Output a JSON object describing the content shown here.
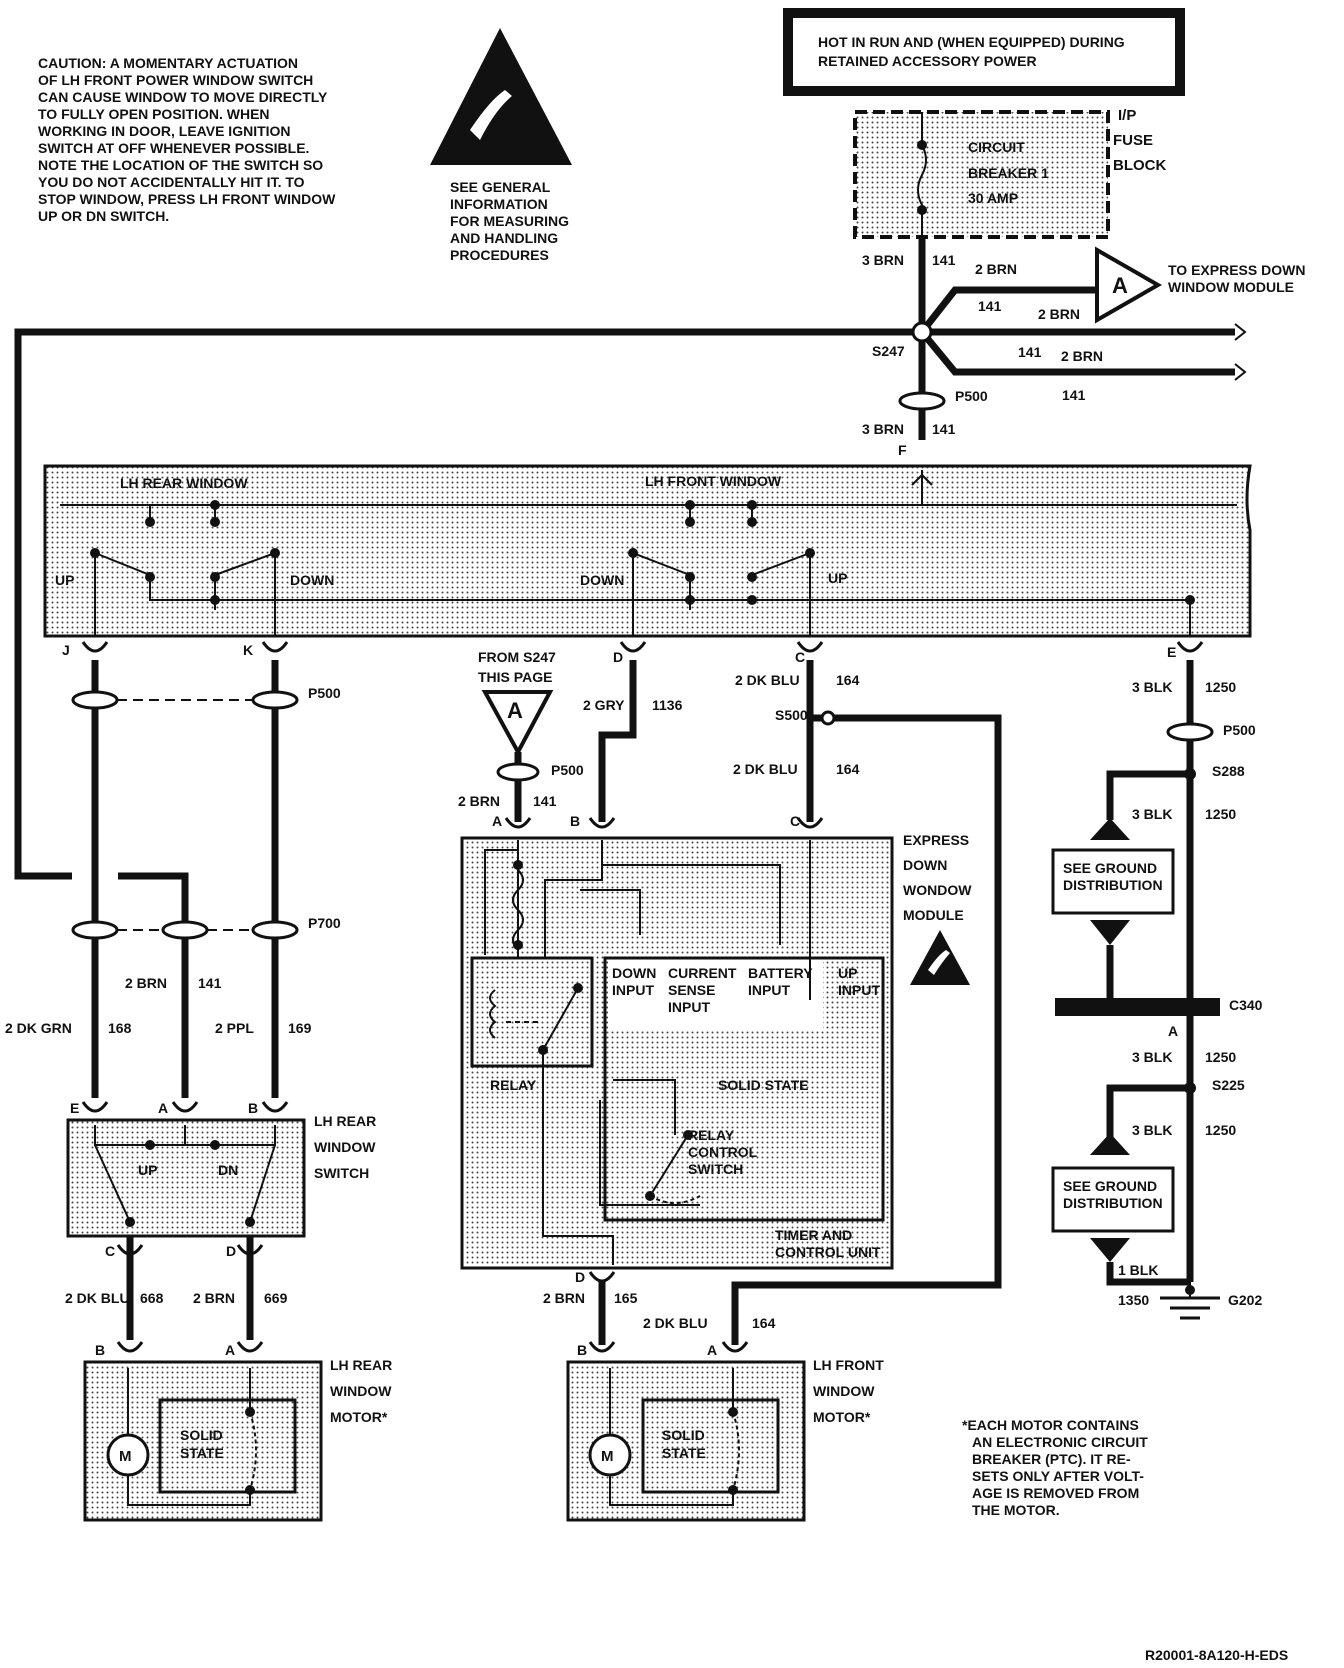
{
  "caution": [
    "CAUTION: A MOMENTARY ACTUATION",
    "OF LH FRONT POWER WINDOW SWITCH",
    "CAN CAUSE WINDOW TO MOVE DIRECTLY",
    "TO FULLY OPEN POSITION. WHEN",
    "WORKING IN DOOR, LEAVE IGNITION",
    "SWITCH AT OFF WHENEVER POSSIBLE.",
    "NOTE THE LOCATION OF THE SWITCH SO",
    "YOU DO NOT ACCIDENTALLY HIT IT. TO",
    "STOP WINDOW, PRESS LH FRONT WINDOW",
    "UP OR DN SWITCH."
  ],
  "esd_note": [
    "SEE GENERAL",
    "INFORMATION",
    "FOR MEASURING",
    "AND HANDLING",
    "PROCEDURES"
  ],
  "hot_box": [
    "HOT IN RUN AND (WHEN EQUIPPED) DURING",
    "RETAINED ACCESSORY POWER"
  ],
  "fuse": {
    "block_label": [
      "I/P",
      "FUSE",
      "BLOCK"
    ],
    "name": [
      "CIRCUIT",
      "BREAKER 1",
      "30 AMP"
    ]
  },
  "wires": {
    "top_gauge": "3 BRN",
    "top_circuit": "141",
    "br1_gauge": "2 BRN",
    "br1_circuit": "141",
    "br2_gauge": "2 BRN",
    "br2_circuit": "141",
    "br3_gauge": "2 BRN",
    "br3_circuit": "141",
    "after_p500_gauge": "3 BRN",
    "after_p500_circuit": "141",
    "d_gauge": "2 GRY",
    "d_circuit": "1136",
    "c_gauge": "2 DK BLU",
    "c_circuit": "164",
    "c2_gauge": "2 DK BLU",
    "c2_circuit": "164",
    "e_gauge": "3 BLK",
    "e_circuit": "1250",
    "s288_gauge": "3 BLK",
    "s288_circuit": "1250",
    "c340_gauge": "3 BLK",
    "c340_circuit": "1250",
    "s225_gauge": "3 BLK",
    "s225_circuit": "1250",
    "g202_gauge": "1 BLK",
    "g202_circuit": "1350",
    "a_gauge": "2 BRN",
    "a_circuit": "141",
    "rear_brn_gauge": "2 BRN",
    "rear_brn_circuit": "141",
    "rear_grn_gauge": "2 DK GRN",
    "rear_grn_circuit": "168",
    "rear_ppl_gauge": "2 PPL",
    "rear_ppl_circuit": "169",
    "rear_c_gauge": "2 DK BLU",
    "rear_c_circuit": "668",
    "rear_d_gauge": "2 BRN",
    "rear_d_circuit": "669",
    "mod_d_gauge": "2 BRN",
    "mod_d_circuit": "165",
    "front_a_gauge": "2 DK BLU",
    "front_a_circuit": "164"
  },
  "express_dest": [
    "TO EXPRESS DOWN",
    "WINDOW MODULE"
  ],
  "splices": {
    "s247": "S247",
    "s500": "S500",
    "s288": "S288",
    "s225": "S225"
  },
  "connectors": {
    "p500": "P500",
    "p700": "P700",
    "c340": "C340",
    "g202": "G202"
  },
  "pins": {
    "F": "F",
    "J": "J",
    "K": "K",
    "D": "D",
    "C": "C",
    "E": "E",
    "A": "A",
    "B": "B"
  },
  "master_switch": {
    "rear": "LH REAR WINDOW",
    "front": "LH FRONT WINDOW",
    "up": "UP",
    "down": "DOWN"
  },
  "from_s247": [
    "FROM S247",
    "THIS PAGE"
  ],
  "connector_ref": "A",
  "module": {
    "name": [
      "EXPRESS",
      "DOWN",
      "WONDOW",
      "MODULE"
    ],
    "down_input": [
      "DOWN",
      "INPUT"
    ],
    "current_sense": [
      "CURRENT",
      "SENSE",
      "INPUT"
    ],
    "battery_input": [
      "BATTERY",
      "INPUT"
    ],
    "up_input": [
      "UP",
      "INPUT"
    ],
    "relay": "RELAY",
    "solid_state": "SOLID STATE",
    "relay_control": [
      "RELAY",
      "CONTROL",
      "SWITCH"
    ],
    "timer": [
      "TIMER AND",
      "CONTROL UNIT"
    ]
  },
  "ground_dist": [
    "SEE GROUND",
    "DISTRIBUTION"
  ],
  "rear_switch": {
    "name": [
      "LH REAR",
      "WINDOW",
      "SWITCH"
    ],
    "up": "UP",
    "dn": "DN"
  },
  "rear_motor": {
    "name": [
      "LH REAR",
      "WINDOW",
      "MOTOR*"
    ],
    "m": "M",
    "solid": [
      "SOLID",
      "STATE"
    ]
  },
  "front_motor": {
    "name": [
      "LH FRONT",
      "WINDOW",
      "MOTOR*"
    ],
    "m": "M",
    "solid": [
      "SOLID",
      "STATE"
    ]
  },
  "motor_note": [
    "*EACH MOTOR CONTAINS",
    "AN ELECTRONIC CIRCUIT",
    "BREAKER (PTC). IT RE-",
    "SETS ONLY AFTER VOLT-",
    "AGE IS REMOVED FROM",
    "THE MOTOR."
  ],
  "figure_id": "R20001-8A120-H-EDS"
}
